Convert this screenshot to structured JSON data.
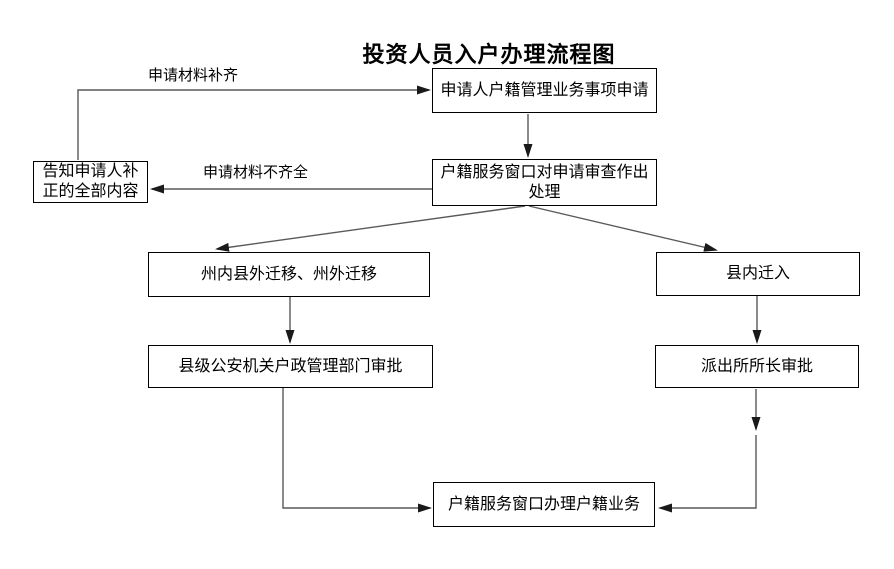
{
  "title": "投资人员入户办理流程图",
  "boxes": {
    "apply": {
      "label": "申请人户籍管理业务事项申请"
    },
    "review": {
      "line1": "户籍服务窗口对申请审查作出",
      "line2": "处理"
    },
    "notify": {
      "line1": "告知申请人补",
      "line2": "正的全部内容"
    },
    "branch_left": {
      "label": "州内县外迁移、州外迁移"
    },
    "branch_right": {
      "label": "县内迁入"
    },
    "county_approval": {
      "label": "县级公安机关户政管理部门审批"
    },
    "police_approval": {
      "label": "派出所所长审批"
    },
    "handle": {
      "label": "户籍服务窗口办理户籍业务"
    }
  },
  "edge_labels": {
    "materials_complete": "申请材料补齐",
    "materials_incomplete": "申请材料不齐全"
  },
  "colors": {
    "background": "#ffffff",
    "box_border": "#000000",
    "text": "#000000",
    "connector_line": "#595959",
    "arrowhead": "#1a1a1a"
  }
}
